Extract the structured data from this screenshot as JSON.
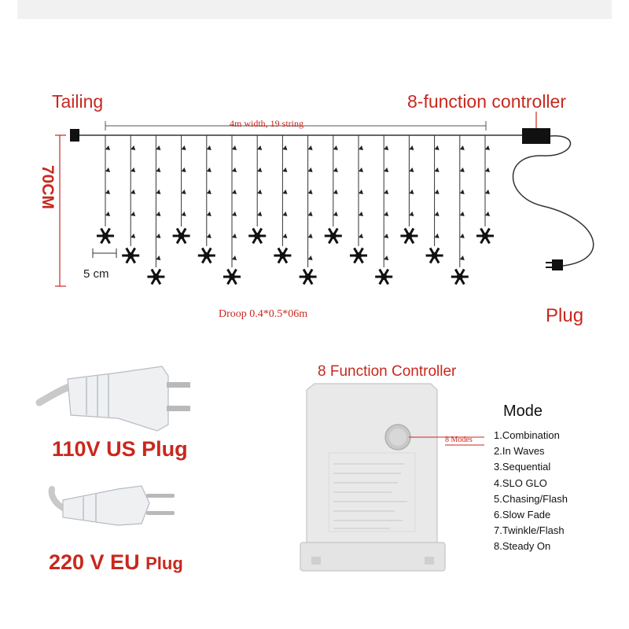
{
  "labels": {
    "tailing": "Tailing",
    "controller_top": "8-function controller",
    "width": "4m width, 19 string",
    "height": "70CM",
    "spacing": "5 cm",
    "droop": "Droop 0.4*0.5*06m",
    "plug": "Plug",
    "controller_title": "8 Function Controller",
    "us_plug": "110V US Plug",
    "eu_plug_main": "220 V EU",
    "eu_plug_suffix": "Plug",
    "modes_pointer": "8 Modes"
  },
  "mode": {
    "title": "Mode",
    "items": [
      "1.Combination",
      "2.In Waves",
      "3.Sequential",
      "4.SLO GLO",
      "5.Chasing/Flash",
      "6.Slow Fade",
      "7.Twinkle/Flash",
      "8.Steady On"
    ]
  },
  "colors": {
    "label_red": "#c8281e",
    "wire": "#333333",
    "controller_body": "#e9e9e9"
  }
}
